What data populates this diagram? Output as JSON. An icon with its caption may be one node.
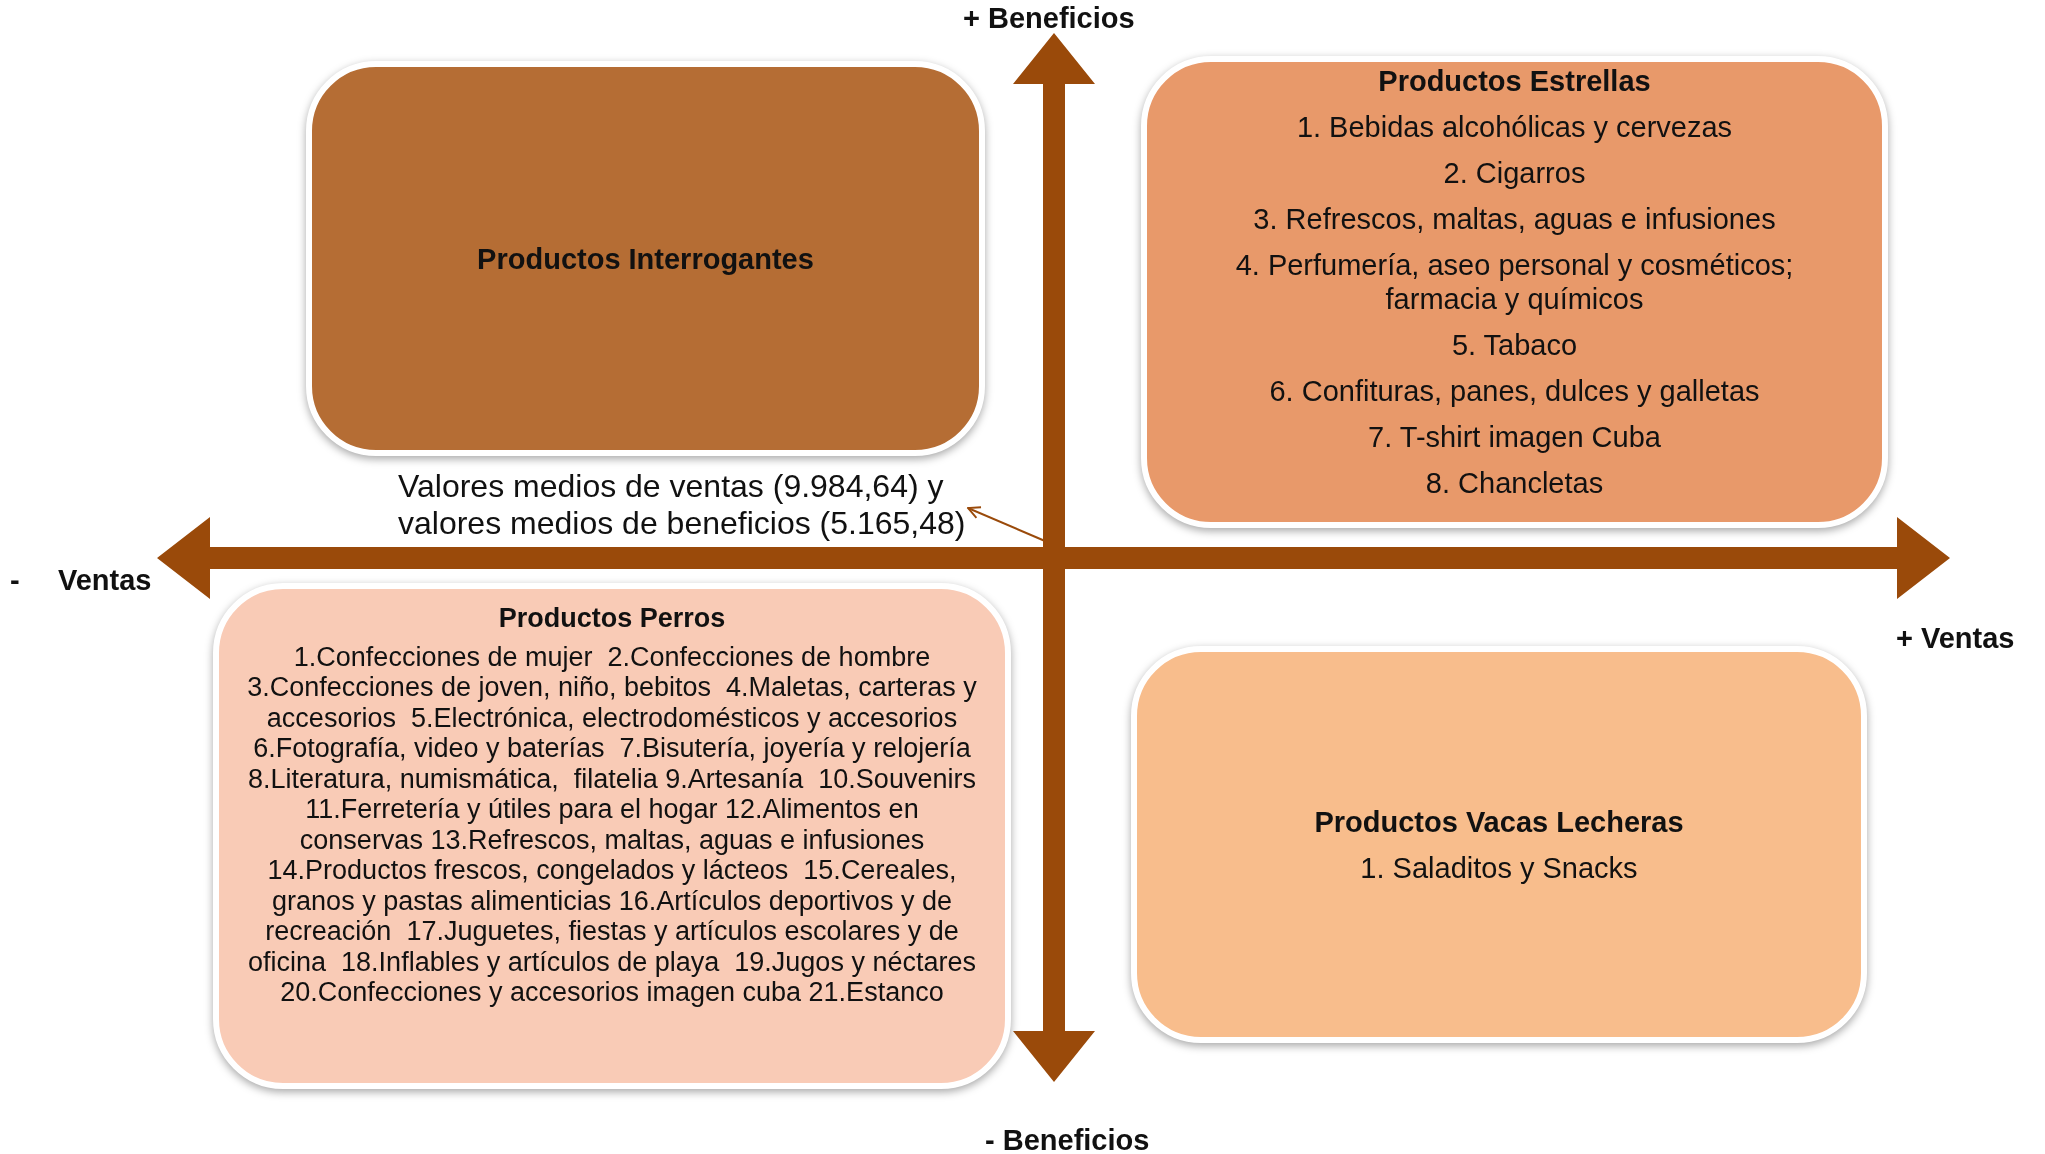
{
  "diagram": {
    "nodes": [
      {
        "text": [
          "Productos Interrogantes"
        ]
      },
      {
        "text": [
          "Productos Estrellas",
          "1. Bebidas alcohólicas y cervezas",
          "2. Cigarros",
          "3. Refrescos, maltas, aguas e infusiones",
          "4. Perfumería, aseo personal y cosméticos; farmacia y químicos",
          "5. Tabaco",
          "6. Confituras, panes, dulces y galletas",
          "7. T-shirt imagen Cuba",
          "8. Chancletas"
        ]
      },
      {
        "text": [
          "Productos Perros",
          "1.Confecciones de mujer  2.Confecciones de hombre 3.Confecciones de joven, niño, bebitos  4.Maletas, carteras y accesorios  5.Electrónica, electrodomésticos y accesorios  6.Fotografía, video y baterías  7.Bisutería, joyería y relojería  8.Literatura, numismática,  filatelia 9.Artesanía  10.Souvenirs 11.Ferretería y útiles para el hogar 12.Alimentos en conservas 13.Refrescos, maltas, aguas e infusiones  14.Productos frescos, congelados y lácteos  15.Cereales, granos y pastas alimenticias 16.Artículos deportivos y de recreación  17.Juguetes, fiestas y artículos escolares y de oficina  18.Inflables y artículos de playa  19.Jugos y néctares 20.Confecciones y accesorios imagen cuba 21.Estanco"
        ]
      },
      {
        "text": [
          "Productos Vacas Lecheras",
          "1. Saladitos y Snacks"
        ]
      },
      {
        "text": [
          "Valores medios de ventas (9.984,64) y valores medios de beneficios (5.165,48)"
        ]
      }
    ],
    "edges": [
      {
        "from": null,
        "to": 4,
        "arrow": "to"
      }
    ],
    "labels": [
      "+ Beneficios",
      "-",
      "Ventas",
      "+ Ventas",
      "- Beneficios"
    ]
  }
}
